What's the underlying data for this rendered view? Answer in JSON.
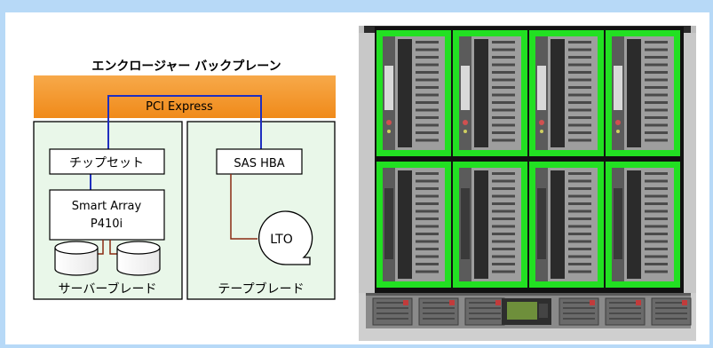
{
  "diagram": {
    "title": "エンクロージャー バックプレーン",
    "backplane_label": "PCI Express",
    "server_blade": {
      "chipset": "チップセット",
      "array_line1": "Smart Array",
      "array_line2": "P410i",
      "label": "サーバーブレード"
    },
    "tape_blade": {
      "hba": "SAS HBA",
      "drive": "LTO",
      "label": "テープブレード"
    }
  },
  "colors": {
    "frame": "#b7d9f7",
    "backplane": "#f39a2e",
    "blade_fill": "#e9f7e9",
    "pci_link": "#1f2fbf",
    "sas_link": "#8a2b12",
    "blade_highlight": "#22e022"
  }
}
